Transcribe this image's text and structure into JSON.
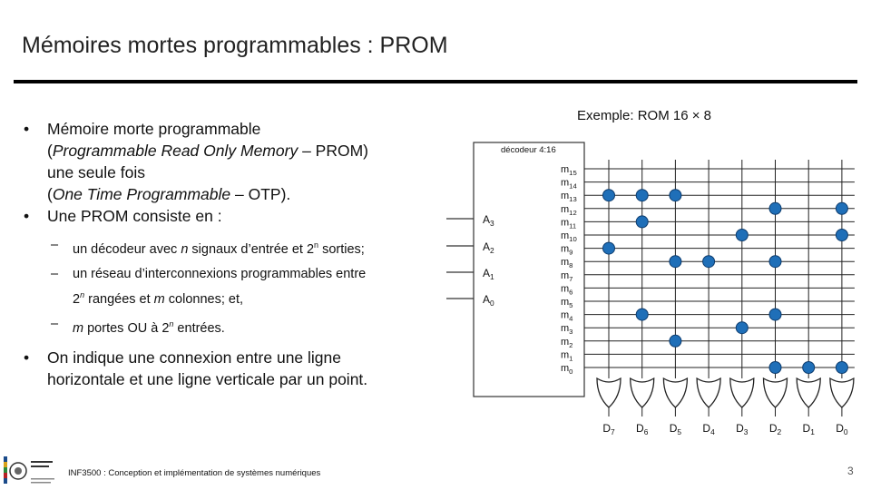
{
  "slide": {
    "title": "Mémoires mortes programmables : PROM",
    "bullets": {
      "b1_line1": "Mémoire morte programmable",
      "b1_line2_open": "(",
      "b1_line2_italic": "Programmable Read Only Memory",
      "b1_line2_rest": " – PROM)",
      "b1_line3": "une seule fois",
      "b1_line4_open": "(",
      "b1_line4_italic": "One Time Programmable",
      "b1_line4_rest": " – OTP).",
      "b2": "Une PROM consiste en :",
      "sub1_a": "un décodeur avec ",
      "sub1_n": "n",
      "sub1_b": " signaux d’entrée et 2",
      "sub1_sup": "n",
      "sub1_c": " sorties;",
      "sub2_a": "un réseau d’interconnexions programmables entre",
      "sub2_b_pre": "2",
      "sub2_b_sup": "n",
      "sub2_b_mid": " rangées et ",
      "sub2_b_m": "m",
      "sub2_b_post": " colonnes; et,",
      "sub3_m": "m",
      "sub3_a": " portes OU à 2",
      "sub3_sup": "n",
      "sub3_b": " entrées.",
      "b3_line1": "On indique une connexion entre une ligne",
      "b3_line2": "horizontale et une ligne verticale par un point."
    },
    "bullet_symbol": "•",
    "dash_symbol": "–",
    "example_label": "Exemple: ROM 16 × 8",
    "footer": "INF3500 : Conception et implémentation de systèmes numériques",
    "page_number": "3"
  },
  "diagram": {
    "decoder_label": "décodeur 4:16",
    "inputs": [
      "A3",
      "A2",
      "A1",
      "A0"
    ],
    "rows": [
      "m15",
      "m14",
      "m13",
      "m12",
      "m11",
      "m10",
      "m9",
      "m8",
      "m7",
      "m6",
      "m5",
      "m4",
      "m3",
      "m2",
      "m1",
      "m0"
    ],
    "columns": [
      "D7",
      "D6",
      "D5",
      "D4",
      "D3",
      "D2",
      "D1",
      "D0"
    ],
    "connections": {
      "D7": [
        "m13",
        "m9"
      ],
      "D6": [
        "m13",
        "m11",
        "m4"
      ],
      "D5": [
        "m13",
        "m8",
        "m2"
      ],
      "D4": [
        "m8"
      ],
      "D3": [
        "m10",
        "m3"
      ],
      "D2": [
        "m12",
        "m8",
        "m4",
        "m0"
      ],
      "D1": [
        "m0"
      ],
      "D0": [
        "m12",
        "m10",
        "m0"
      ]
    },
    "dot_color": "#1f6fb8"
  }
}
